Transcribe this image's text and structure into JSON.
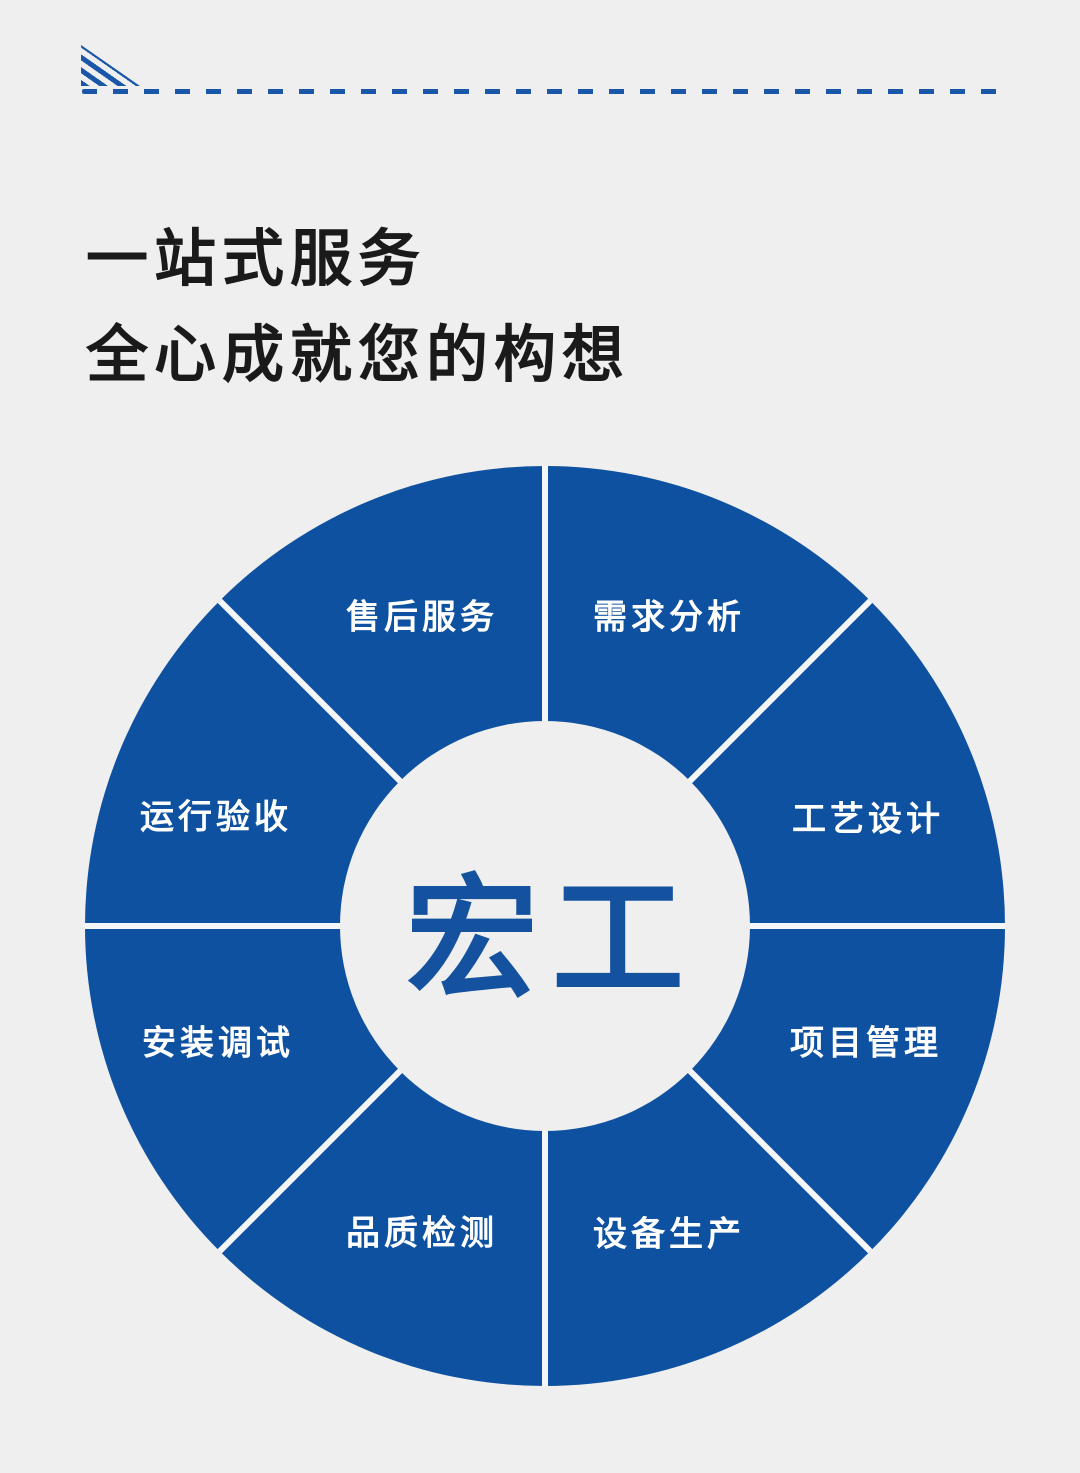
{
  "title": {
    "line1": "一站式服务",
    "line2": "全心成就您的构想"
  },
  "decoration": {
    "accent_color": "#1a57a8"
  },
  "diagram": {
    "center_logo": "宏工",
    "colors": {
      "segment_blue": "#0e51a0",
      "divider": "#f4f6f8",
      "inner_circle": "#efefef",
      "logo_blue": "#14529f",
      "label_text": "#ffffff"
    },
    "segments": [
      {
        "label": "需求分析"
      },
      {
        "label": "工艺设计"
      },
      {
        "label": "项目管理"
      },
      {
        "label": "设备生产"
      },
      {
        "label": "品质检测"
      },
      {
        "label": "安装调试"
      },
      {
        "label": "运行验收"
      },
      {
        "label": "售后服务"
      }
    ]
  }
}
